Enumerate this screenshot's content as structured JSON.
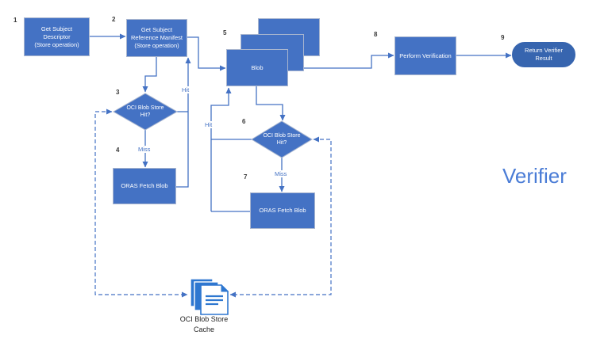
{
  "title": "Verifier",
  "nodes": {
    "step1": {
      "num": "1",
      "lines": [
        "Get Subject",
        "Descriptor",
        "(Store operation)"
      ]
    },
    "step2": {
      "num": "2",
      "lines": [
        "Get Subject",
        "Reference Manifest",
        "(Store operation)"
      ]
    },
    "step3": {
      "num": "3",
      "lines": [
        "OCI Blob Store",
        "Hit?"
      ]
    },
    "step4": {
      "num": "4",
      "label": "ORAS Fetch Blob"
    },
    "step5": {
      "num": "5",
      "label": "Blob"
    },
    "step6": {
      "num": "6",
      "lines": [
        "OCI Blob Store",
        "Hit?"
      ]
    },
    "step7": {
      "num": "7",
      "label": "ORAS Fetch Blob"
    },
    "step8": {
      "num": "8",
      "label": "Perform Verification"
    },
    "step9": {
      "num": "9",
      "lines": [
        "Return Verifier",
        "Result"
      ]
    }
  },
  "edge_labels": {
    "hit_left": "Hit",
    "miss_left": "Miss",
    "hit_mid": "Hit",
    "miss_mid": "Miss"
  },
  "cache": {
    "lines": [
      "OCI Blob Store",
      "Cache"
    ]
  },
  "colors": {
    "node_fill": "#4472c4",
    "node_border": "#a9b6cf",
    "terminator_fill": "#3765af",
    "connector": "#4472c4",
    "title_text": "#4a7cd6",
    "number_text": "#3a3a3a",
    "cache_icon_blue": "#2e77d0"
  }
}
